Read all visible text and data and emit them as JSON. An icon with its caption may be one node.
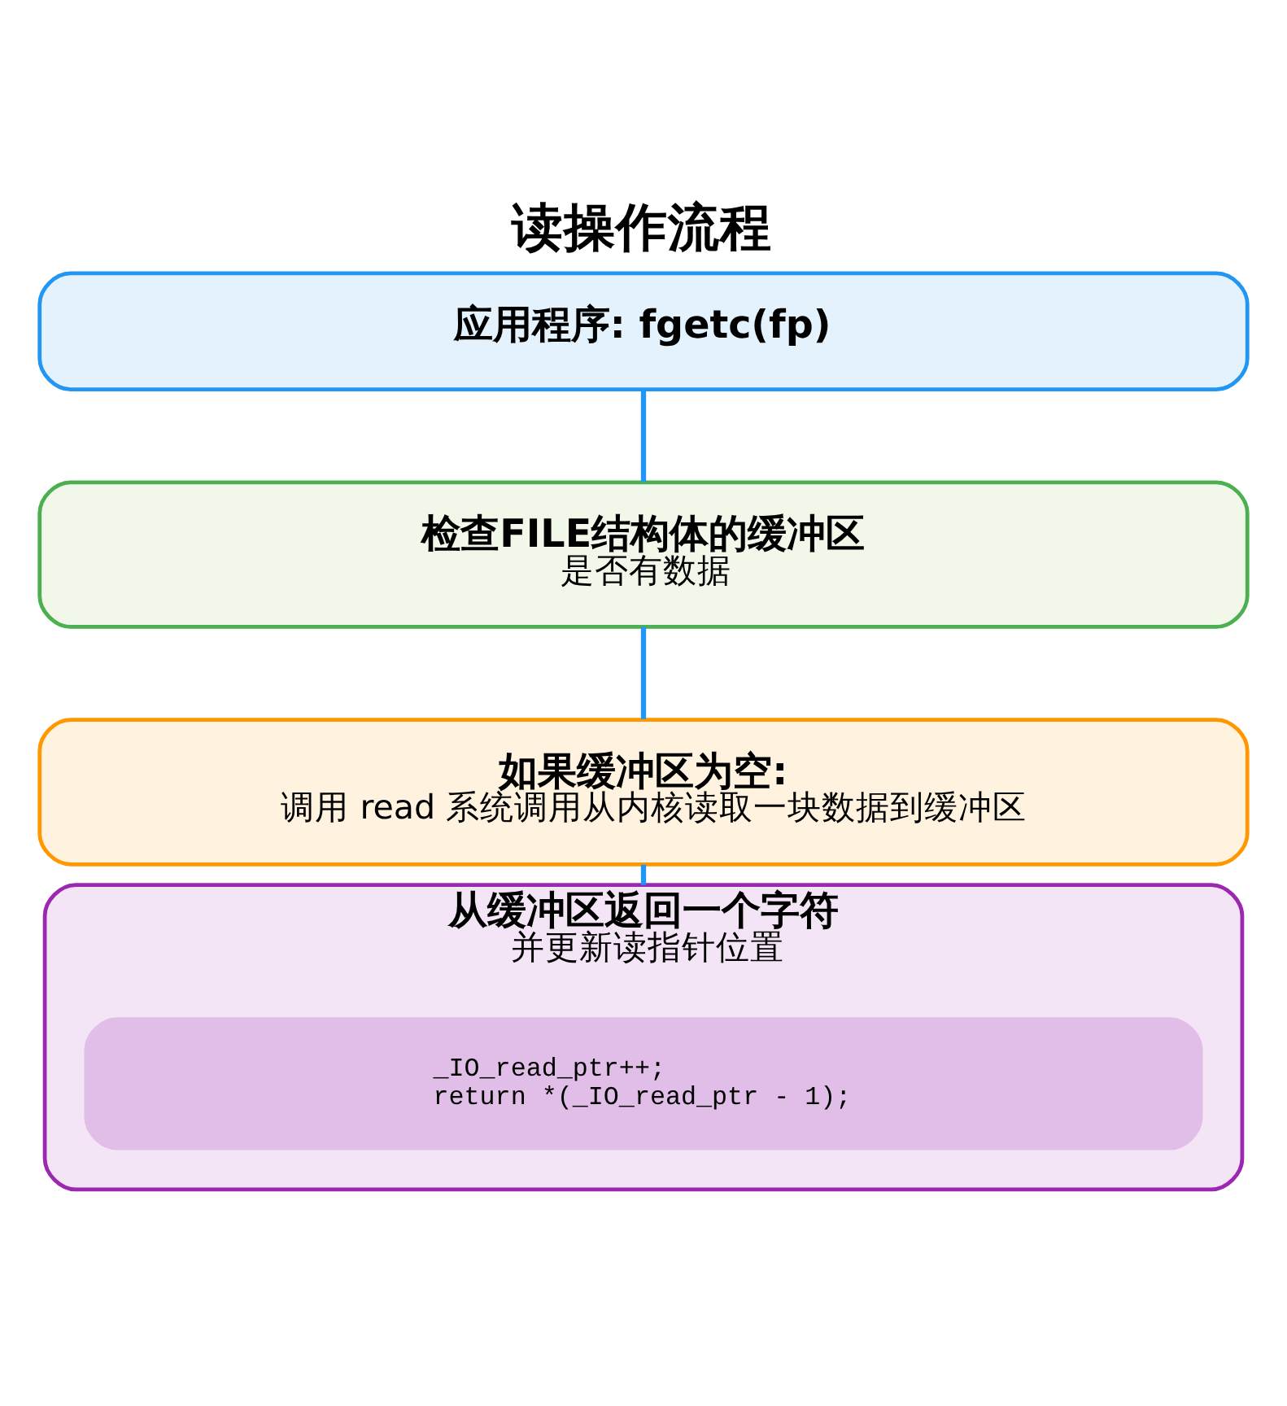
{
  "diagram": {
    "title": "读操作流程",
    "nodes": [
      {
        "text": [
          "应用程序: fgetc(fp)"
        ]
      },
      {
        "text": [
          "检查FILE结构体的缓冲区",
          "是否有数据"
        ]
      },
      {
        "text": [
          "如果缓冲区为空:",
          "调用 read 系统调用从内核读取一块数据到缓冲区"
        ]
      },
      {
        "text": [
          "从缓冲区返回一个字符",
          "并更新读指针位置"
        ]
      },
      {
        "text": [
          "_IO_read_ptr++;",
          "return *(_IO_read_ptr - 1);"
        ],
        "in": 3
      }
    ],
    "edges": [
      {
        "from": 0,
        "to": 1,
        "arrow": "none"
      },
      {
        "from": 1,
        "to": 2,
        "arrow": "none"
      },
      {
        "from": 2,
        "to": 3,
        "arrow": "none"
      }
    ]
  }
}
